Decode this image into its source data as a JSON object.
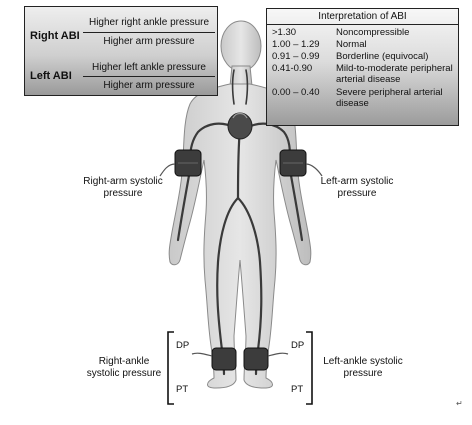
{
  "formula": {
    "right": {
      "label": "Right ABI",
      "numerator": "Higher right ankle pressure",
      "denominator": "Higher arm pressure"
    },
    "left": {
      "label": "Left ABI",
      "numerator": "Higher left ankle pressure",
      "denominator": "Higher arm pressure"
    }
  },
  "interpretation": {
    "title": "Interpretation of ABI",
    "rows": [
      {
        "range": ">1.30",
        "meaning": "Noncompressible"
      },
      {
        "range": "1.00 – 1.29",
        "meaning": "Normal"
      },
      {
        "range": "0.91 – 0.99",
        "meaning": "Borderline (equivocal)"
      },
      {
        "range": "0.41-0.90",
        "meaning": "Mild-to-moderate peripheral arterial disease"
      },
      {
        "range": "0.00 – 0.40",
        "meaning": "Severe peripheral arterial disease"
      }
    ]
  },
  "labels": {
    "right_arm": "Right-arm systolic pressure",
    "left_arm": "Left-arm systolic pressure",
    "right_ankle": "Right-ankle systolic pressure",
    "left_ankle": "Left-ankle systolic pressure",
    "dp": "DP",
    "pt": "PT",
    "corner_mark": "↵"
  }
}
